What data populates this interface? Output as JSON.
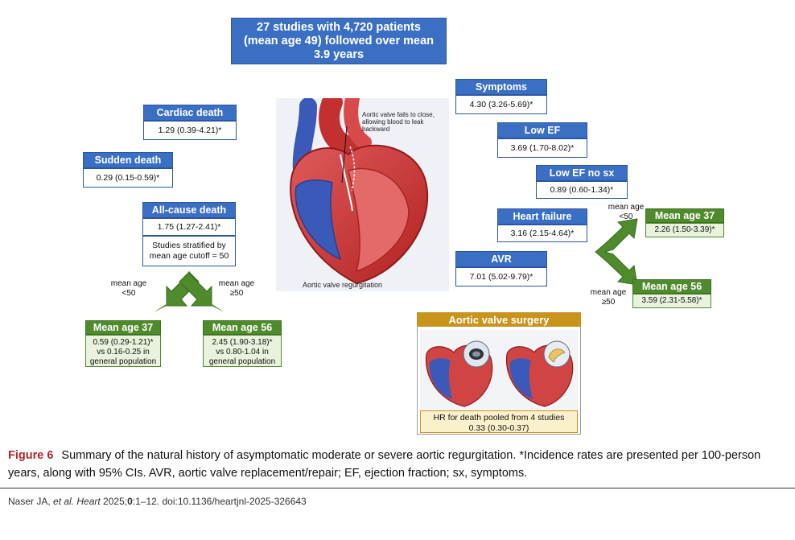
{
  "top": {
    "line1": "27 studies with 4,720 patients",
    "line2": "(mean age 49) followed over mean",
    "line3": "3.9 years"
  },
  "left": {
    "cardiac_death": {
      "title": "Cardiac death",
      "value": "1.29 (0.39-4.21)*"
    },
    "sudden_death": {
      "title": "Sudden death",
      "value": "0.29 (0.15-0.59)*"
    },
    "all_cause_death": {
      "title": "All-cause death",
      "value": "1.75 (1.27-2.41)*",
      "note_line1": "Studies stratified by",
      "note_line2": "mean age cutoff = 50"
    },
    "split_label_lt_line1": "mean age",
    "split_label_lt_line2": "<50",
    "split_label_ge_line1": "mean age",
    "split_label_ge_line2": "≥50",
    "age37": {
      "title": "Mean age 37",
      "line1": "0.59 (0.29-1.21)*",
      "line2": "vs 0.16-0.25 in",
      "line3": "general population"
    },
    "age56": {
      "title": "Mean age 56",
      "line1": "2.45 (1.90-3.18)*",
      "line2": "vs 0.80-1.04 in",
      "line3": "general population"
    }
  },
  "center": {
    "heart_annotation_line1": "Aortic valve fails to close,",
    "heart_annotation_line2": "allowing blood to leak",
    "heart_annotation_line3": "backward",
    "heart_caption": "Aortic valve regurgitation"
  },
  "right": {
    "symptoms": {
      "title": "Symptoms",
      "value": "4.30 (3.26-5.69)*"
    },
    "low_ef": {
      "title": "Low EF",
      "value": "3.69 (1.70-8.02)*"
    },
    "low_ef_no_sx": {
      "title": "Low EF no sx",
      "value": "0.89 (0.60-1.34)*"
    },
    "heart_failure": {
      "title": "Heart failure",
      "value": "3.16 (2.15-4.64)*"
    },
    "avr": {
      "title": "AVR",
      "value": "7.01 (5.02-9.79)*"
    },
    "split_label_lt_line1": "mean age",
    "split_label_lt_line2": "<50",
    "split_label_ge_line1": "mean age",
    "split_label_ge_line2": "≥50",
    "age37": {
      "title": "Mean age 37",
      "value": "2.26 (1.50-3.39)*"
    },
    "age56": {
      "title": "Mean age 56",
      "value": "3.59 (2.31-5.58)*"
    }
  },
  "surgery": {
    "title": "Aortic valve surgery",
    "footer_line1": "HR for death pooled from 4 studies",
    "footer_line2": "0.33 (0.30-0.37)"
  },
  "caption": {
    "label": "Figure 6",
    "text": "Summary of the natural history of asymptomatic moderate or severe aortic regurgitation. *Incidence rates are presented per 100-person years, along with 95% CIs. AVR, aortic valve replacement/repair; EF, ejection fraction; sx, symptoms."
  },
  "citation": {
    "author": "Naser JA, ",
    "etal": "et al",
    "journal": ". Heart",
    "year_vol": " 2025;",
    "vol": "0",
    "rest": ":1–12. doi:10.1136/heartjnl-2025-326643"
  },
  "colors": {
    "blue": "#3a6fc4",
    "green": "#4f8a2c",
    "gold": "#c8941e",
    "caption_red": "#b0262c"
  }
}
